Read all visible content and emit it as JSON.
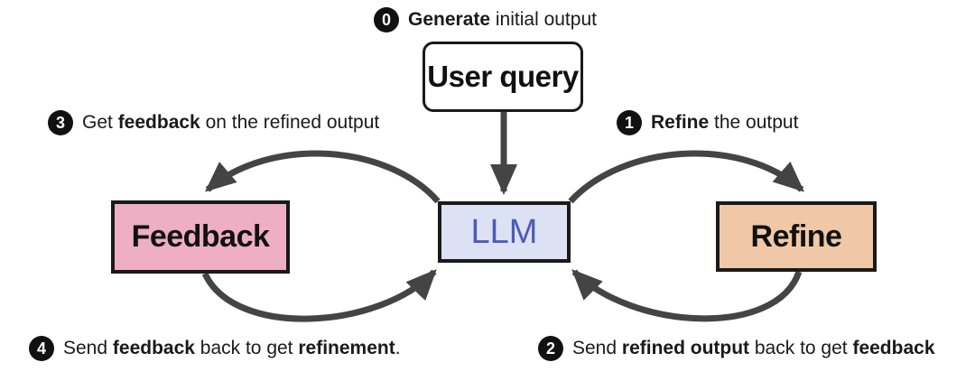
{
  "colors": {
    "stroke": "#1a1a1a",
    "arrow": "#444444",
    "llm_fill": "#dde1f4",
    "llm_text": "#4b5cb8",
    "feedback_fill": "#eeaec3",
    "refine_fill": "#f0c8a8",
    "user_fill": "#ffffff"
  },
  "nodes": {
    "user_query": "User query",
    "llm": "LLM",
    "feedback": "Feedback",
    "refine": "Refine"
  },
  "steps": {
    "s0": {
      "num": "0",
      "bold": "Generate",
      "rest": " initial output"
    },
    "s1": {
      "num": "1",
      "bold": "Refine",
      "rest": " the output"
    },
    "s2": {
      "num": "2",
      "pre": "Send ",
      "bold": "refined output",
      "mid": " back to get ",
      "bold2": "feedback"
    },
    "s3": {
      "num": "3",
      "pre": "Get ",
      "bold": "feedback",
      "rest": " on the refined output"
    },
    "s4": {
      "num": "4",
      "pre": "Send ",
      "bold": "feedback",
      "mid": " back to get ",
      "bold2": "refinement",
      "end": "."
    }
  },
  "icons": {
    "arrowhead": "triangle-arrowhead"
  }
}
